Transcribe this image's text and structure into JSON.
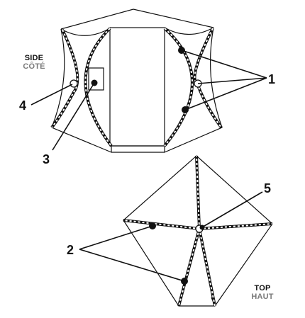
{
  "views": {
    "side": {
      "label_en": "SIDE",
      "label_fr": "CÔTÉ"
    },
    "top": {
      "label_en": "TOP",
      "label_fr": "HAUT"
    }
  },
  "callouts": {
    "c1": "1",
    "c2": "2",
    "c3": "3",
    "c4": "4",
    "c5": "5"
  },
  "colors": {
    "line": "#111111",
    "secondary_label": "#7a7a7a",
    "background": "#ffffff"
  }
}
